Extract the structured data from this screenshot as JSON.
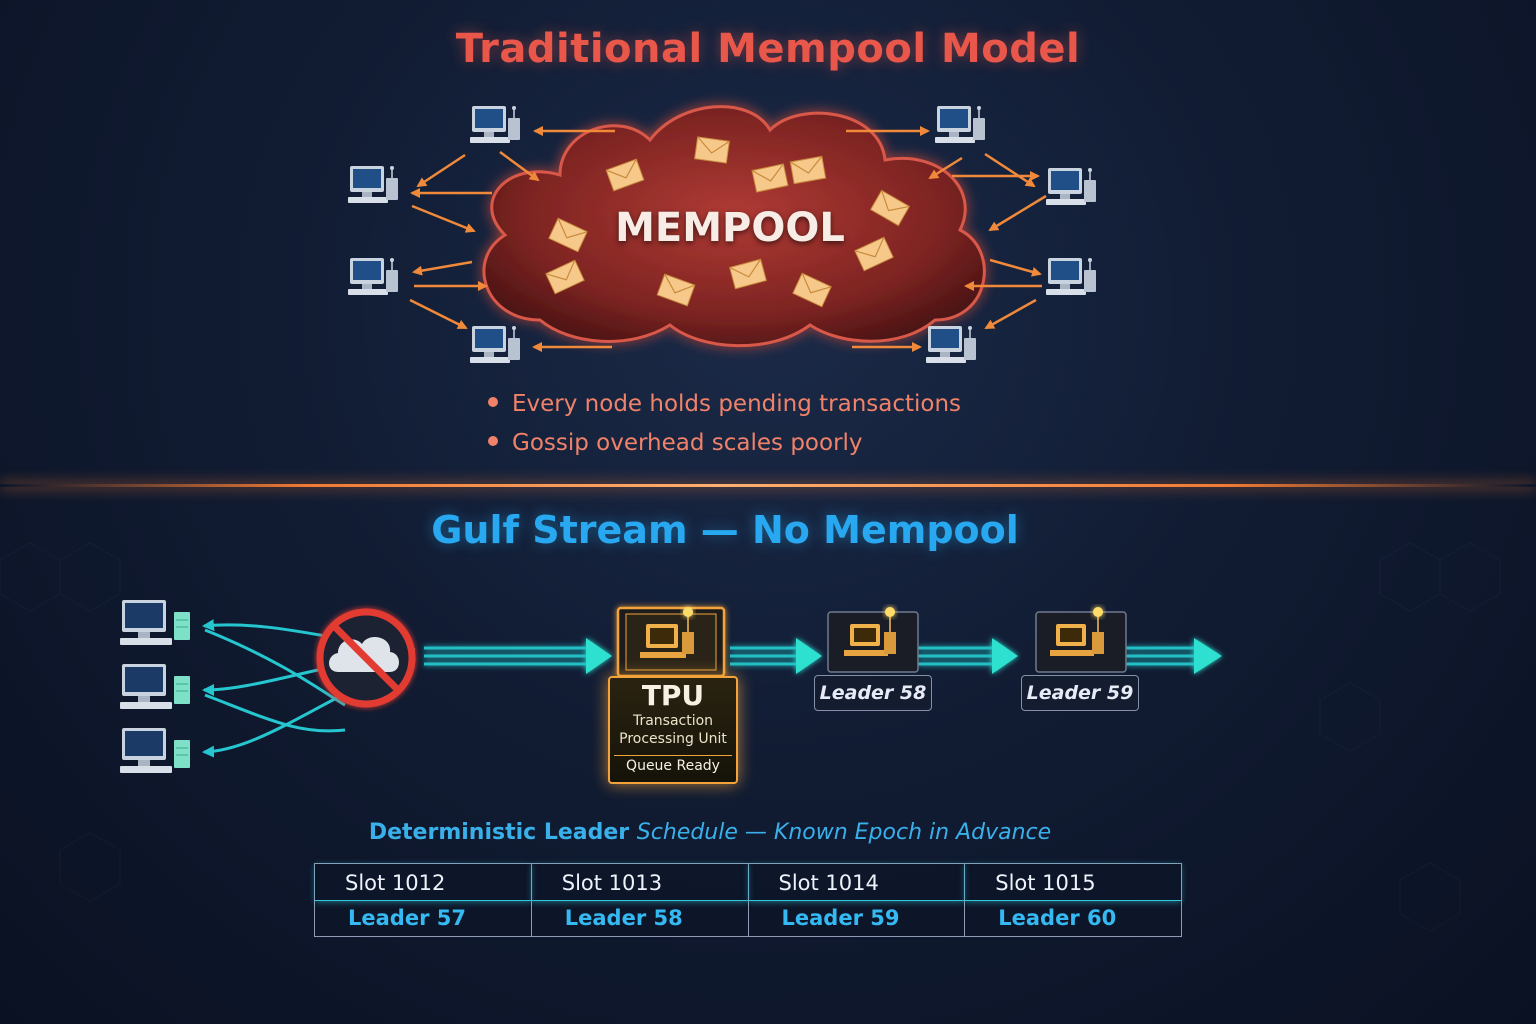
{
  "top_title": "Traditional Mempool Model",
  "mempool_label": "MEMPOOL",
  "bullets": [
    "Every node holds pending transactions",
    "Gossip overhead scales poorly"
  ],
  "bottom_title": "Gulf Stream — No Mempool",
  "tpu": {
    "title": "TPU",
    "subtitle_line1": "Transaction",
    "subtitle_line2": "Processing Unit",
    "status": "Queue Ready"
  },
  "leaders_chain": [
    "Leader 58",
    "Leader 59"
  ],
  "schedule": {
    "title_part1": "Deterministic Leader ",
    "title_part2": "Schedule",
    "title_part3": " — Known Epoch in Advance",
    "slots": [
      {
        "slot": "Slot 1012",
        "leader": "Leader 57"
      },
      {
        "slot": "Slot 1013",
        "leader": "Leader 58"
      },
      {
        "slot": "Slot 1014",
        "leader": "Leader 59"
      },
      {
        "slot": "Slot 1015",
        "leader": "Leader 60"
      }
    ]
  },
  "colors": {
    "accent_red": "#e9564a",
    "accent_orange": "#f07a34",
    "accent_blue": "#27a8f0",
    "accent_teal": "#2ee0d0",
    "tpu_gold": "#f2a33a"
  }
}
